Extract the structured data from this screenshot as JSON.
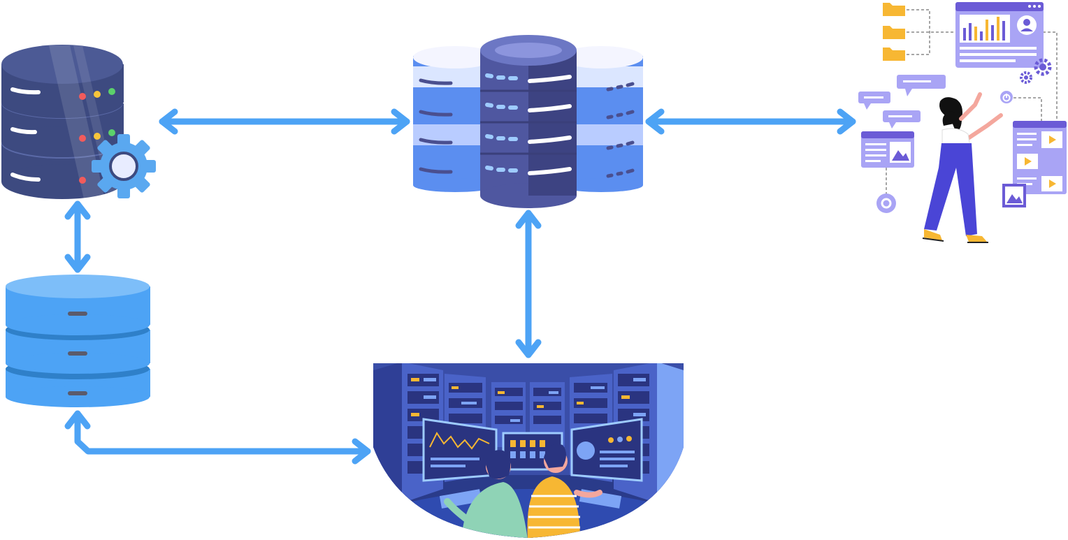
{
  "colors": {
    "arrow": "#4da3f5",
    "db_dark": "#3d4a80",
    "db_light": "#5aa8f0",
    "accent_purple": "#6b5bd6",
    "accent_yellow": "#f7b733"
  },
  "nodes": [
    {
      "id": "config-database",
      "icon": "database-gear-icon"
    },
    {
      "id": "storage-database",
      "icon": "database-icon"
    },
    {
      "id": "central-database-cluster",
      "icon": "database-cluster-icon"
    },
    {
      "id": "analytics-user",
      "icon": "dashboard-user-icon"
    },
    {
      "id": "control-room",
      "icon": "server-room-operators-icon"
    }
  ],
  "edges": [
    {
      "from": "config-database",
      "to": "central-database-cluster",
      "direction": "both"
    },
    {
      "from": "central-database-cluster",
      "to": "analytics-user",
      "direction": "both"
    },
    {
      "from": "config-database",
      "to": "storage-database",
      "direction": "both"
    },
    {
      "from": "central-database-cluster",
      "to": "control-room",
      "direction": "both"
    },
    {
      "from": "storage-database",
      "to": "control-room",
      "direction": "both"
    }
  ]
}
